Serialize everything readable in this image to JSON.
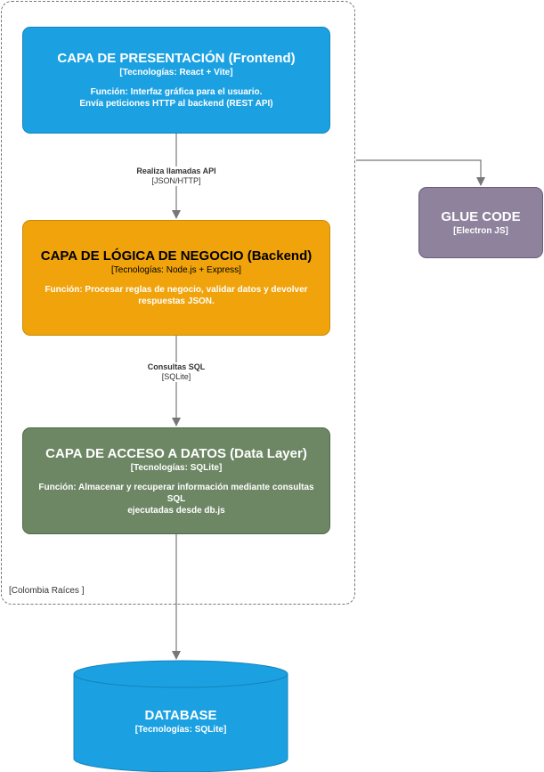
{
  "boundary": {
    "label": "[Colombia Raíces ]"
  },
  "frontend": {
    "title": "CAPA DE PRESENTACIÓN (Frontend)",
    "tech": "[Tecnologías: React + Vite]",
    "func_line1": "Función: Interfaz gráfica para el usuario.",
    "func_line2": "Envía peticiones HTTP al backend (REST API)"
  },
  "backend": {
    "title": "CAPA DE LÓGICA DE NEGOCIO (Backend)",
    "tech": "[Tecnologías: Node.js + Express]",
    "func_line1": "Función: Procesar reglas de negocio, validar datos y devolver",
    "func_line2": "respuestas JSON."
  },
  "datalayer": {
    "title": "CAPA DE ACCESO A DATOS (Data Layer)",
    "tech": "[Tecnologías: SQLite]",
    "func_line1": "Función: Almacenar y recuperar información mediante consultas SQL",
    "func_line2": "ejecutadas desde db.js"
  },
  "glue": {
    "title": "GLUE CODE",
    "tech": "[Electron JS]"
  },
  "database": {
    "title": "DATABASE",
    "tech": "[Tecnologías: SQLite]"
  },
  "edges": {
    "api": {
      "label": "Realiza llamadas API",
      "tech": "[JSON/HTTP]"
    },
    "sql": {
      "label": "Consultas SQL",
      "tech": "[SQLite]"
    }
  },
  "colors": {
    "frontend": "#1ba1e2",
    "backend": "#f0a30a",
    "datalayer": "#6d8764",
    "glue": "#8e829c",
    "database": "#1ba1e2",
    "connector": "#777777"
  }
}
